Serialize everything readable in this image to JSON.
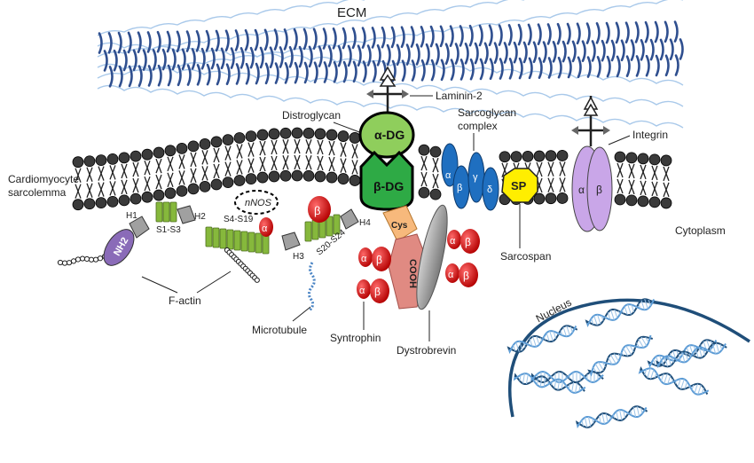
{
  "labels": {
    "ecm": "ECM",
    "laminin": "Laminin-2",
    "distroglycan": "Distroglycan",
    "alpha_dg": "α-DG",
    "beta_dg": "β-DG",
    "sarcoglycan_1": "Sarcoglycan",
    "sarcoglycan_2": "complex",
    "integrin": "Integrin",
    "sarcolemma_1": "Cardiomyocyte",
    "sarcolemma_2": "sarcolemma",
    "cytoplasm": "Cytoplasm",
    "nnos": "nNOS",
    "nh2": "NH2",
    "h1": "H1",
    "h2": "H2",
    "h3": "H3",
    "h4": "H4",
    "s1_s3": "S1-S3",
    "s4_s19": "S4-S19",
    "s20_s24": "S20-S24",
    "cys": "Cys",
    "cooh": "COOH",
    "sp": "SP",
    "sarcospan": "Sarcospan",
    "f_actin": "F-actin",
    "microtubule": "Microtubule",
    "syntrophin": "Syntrophin",
    "dystrobrevin": "Dystrobrevin",
    "nucleus": "Nucleus",
    "alpha": "α",
    "beta": "β",
    "gamma": "γ",
    "delta": "δ"
  },
  "colors": {
    "ecm_dark": "#2f4f8f",
    "ecm_light": "#9dc3e6",
    "lipid_head": "#3a3a3a",
    "alpha_dg": "#8fce5c",
    "beta_dg": "#2eaa45",
    "rod": "#86b83c",
    "sarcoglycan": "#1f6fc0",
    "sarcospan": "#ffee00",
    "integrin": "#c9a6e8",
    "syntrophin": "#d11818",
    "cooh": "#e08a82",
    "cys": "#f7b97c",
    "dystrobrevin": "#9e9e9e",
    "nh2": "#8a6bb8",
    "nucleus": "#1f4e79",
    "dna": "#2e75b6"
  }
}
